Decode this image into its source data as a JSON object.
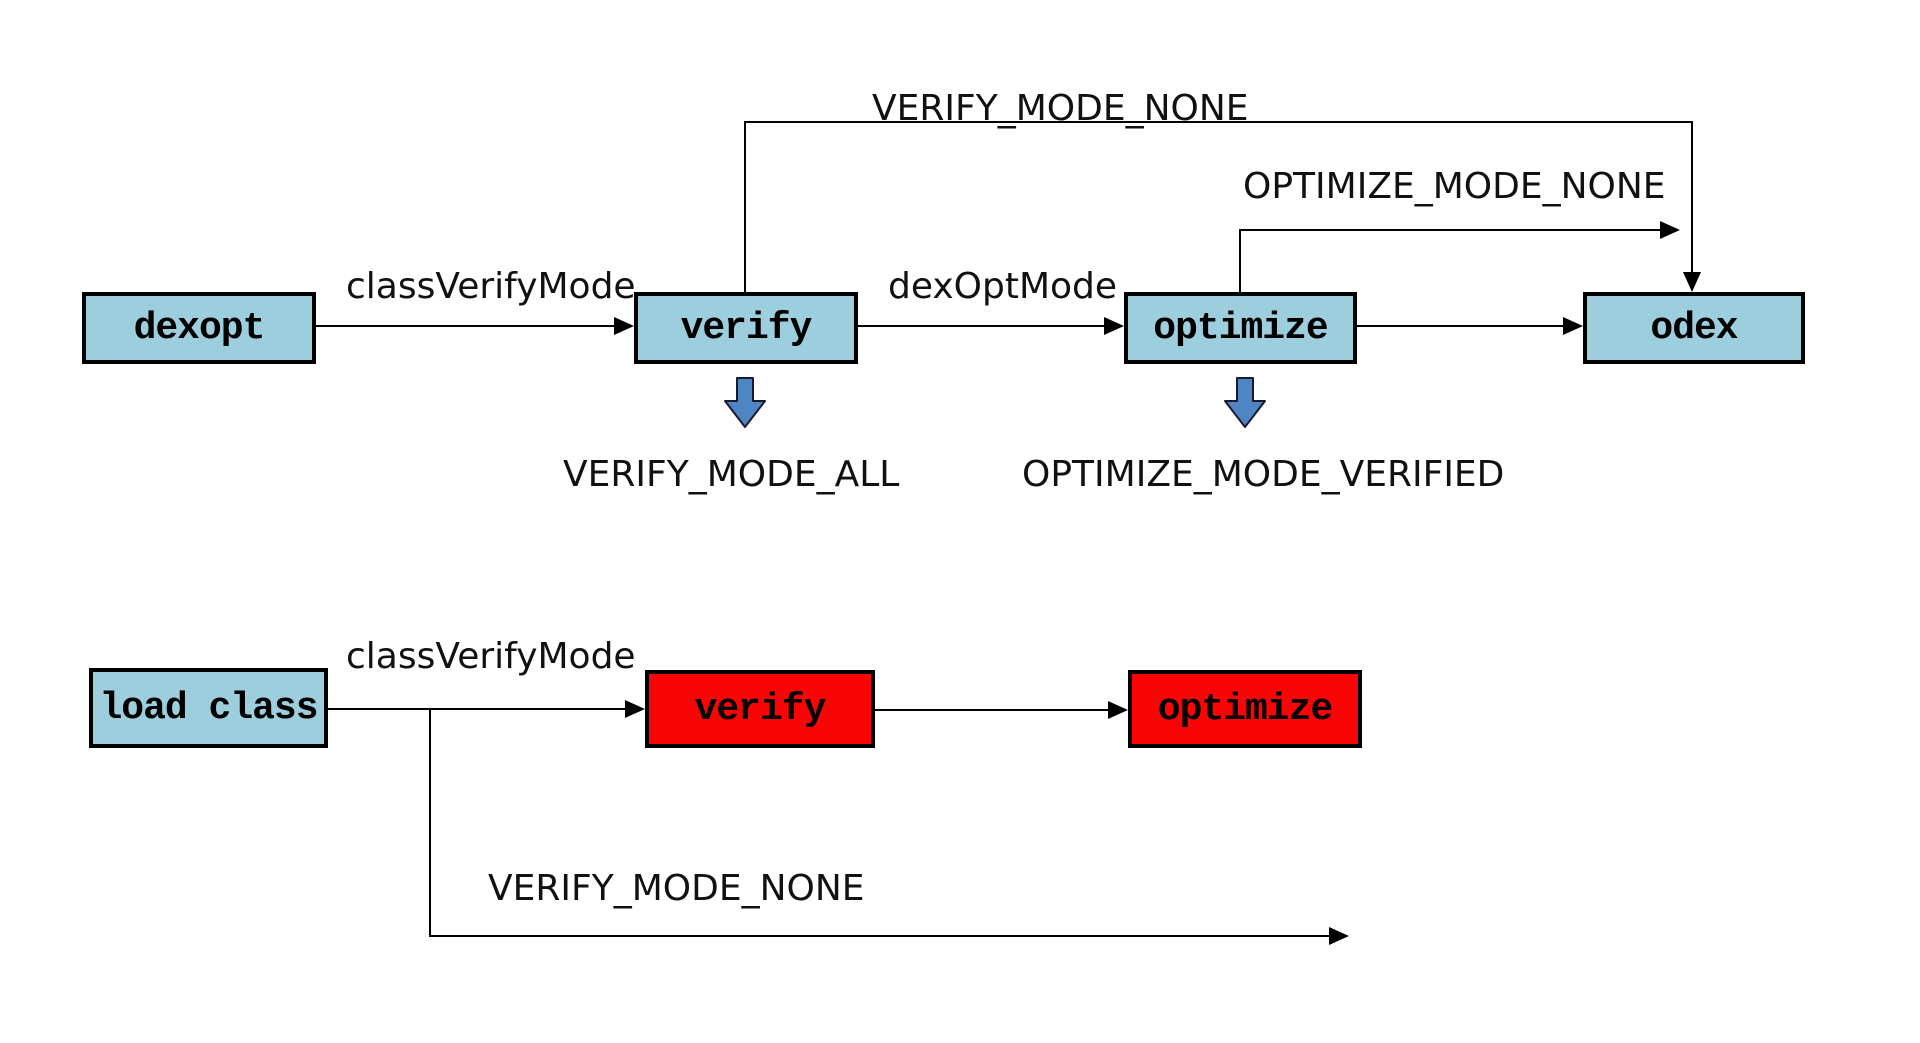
{
  "diagram_top": {
    "nodes": [
      {
        "id": "dexopt",
        "label": "dexopt"
      },
      {
        "id": "verify",
        "label": "verify"
      },
      {
        "id": "optimize",
        "label": "optimize"
      },
      {
        "id": "odex",
        "label": "odex"
      }
    ],
    "labels": {
      "class_verify_mode": "classVerifyMode",
      "dex_opt_mode": "dexOptMode",
      "verify_mode_none": "VERIFY_MODE_NONE",
      "optimize_mode_none": "OPTIMIZE_MODE_NONE",
      "verify_mode_all": "VERIFY_MODE_ALL",
      "optimize_mode_verified": "OPTIMIZE_MODE_VERIFIED"
    }
  },
  "diagram_bottom": {
    "nodes": [
      {
        "id": "load-class",
        "label": "load class"
      },
      {
        "id": "verify",
        "label": "verify"
      },
      {
        "id": "optimize",
        "label": "optimize"
      }
    ],
    "labels": {
      "class_verify_mode": "classVerifyMode",
      "verify_mode_none": "VERIFY_MODE_NONE"
    }
  },
  "colors": {
    "node_fill_blue": "#9DCEDD",
    "node_fill_red": "#FA0505",
    "arrow_fill_blue": "#4E86C4",
    "line": "#000000"
  }
}
